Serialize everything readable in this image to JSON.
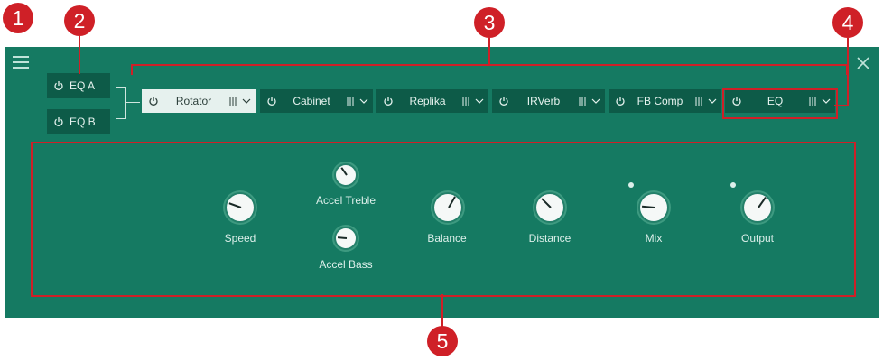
{
  "callouts": [
    "1",
    "2",
    "3",
    "4",
    "5"
  ],
  "eq_buttons": [
    {
      "label": "EQ A"
    },
    {
      "label": "EQ B"
    }
  ],
  "slots": [
    {
      "label": "Rotator",
      "active": true
    },
    {
      "label": "Cabinet",
      "active": false
    },
    {
      "label": "Replika",
      "active": false
    },
    {
      "label": "IRVerb",
      "active": false
    },
    {
      "label": "FB Comp",
      "active": false
    },
    {
      "label": "EQ",
      "active": false
    }
  ],
  "controls": {
    "speed": "Speed",
    "accel_treble": "Accel Treble",
    "accel_bass": "Accel Bass",
    "balance": "Balance",
    "distance": "Distance",
    "mix": "Mix",
    "output": "Output"
  },
  "icons": {
    "menu": "hamburger-icon",
    "close": "close-icon",
    "power": "power-icon",
    "grip": "grip-icon",
    "chevron": "chevron-down-icon"
  },
  "colors": {
    "panel": "#157a62",
    "callout": "#cf2027",
    "slot_active": "#e6f1ee",
    "slot_inactive": "#0d5b48"
  }
}
